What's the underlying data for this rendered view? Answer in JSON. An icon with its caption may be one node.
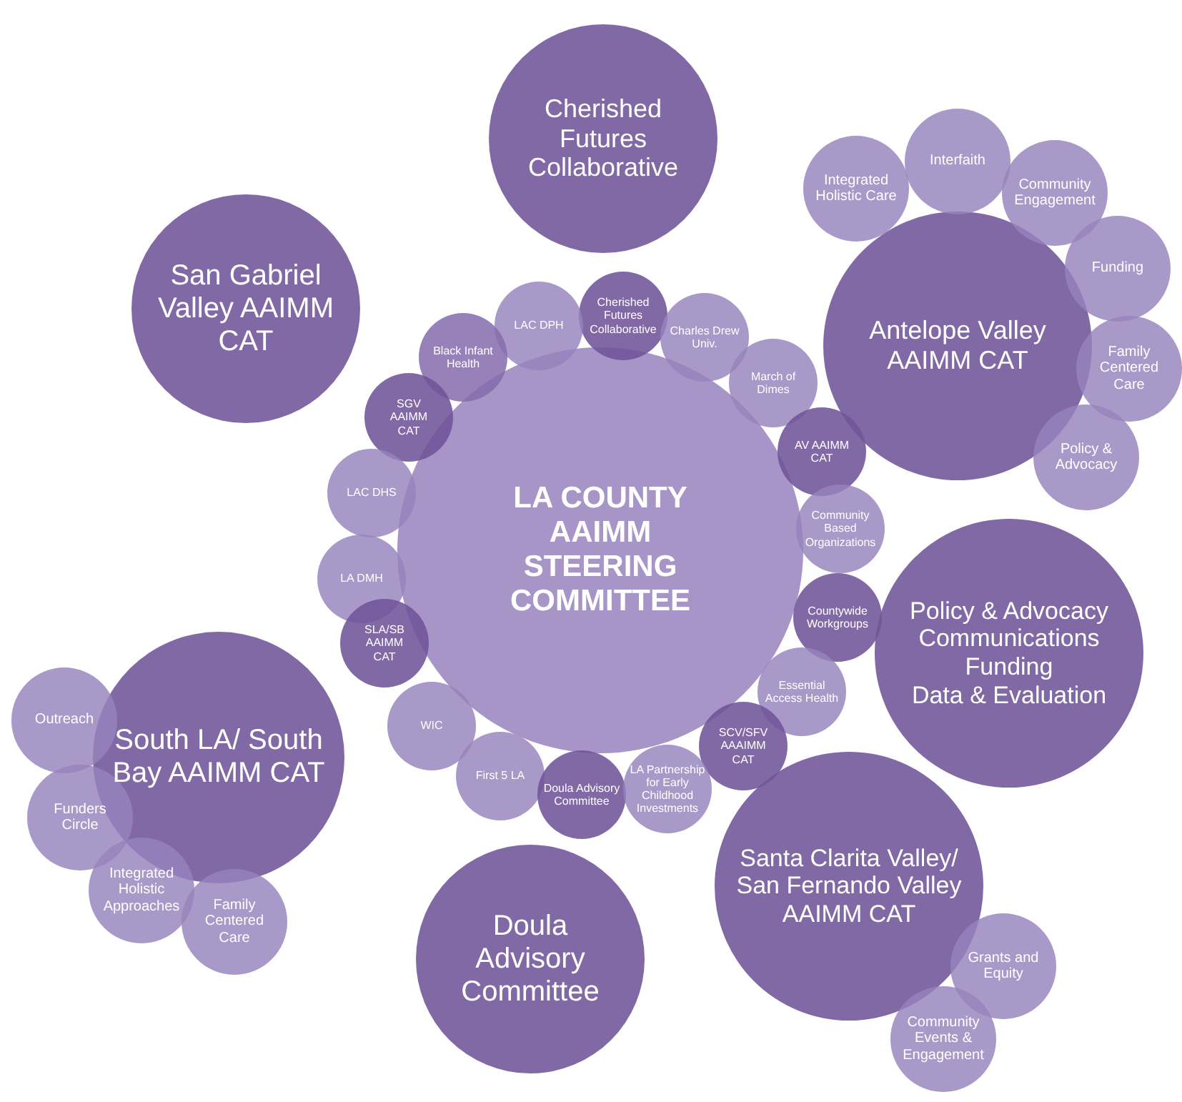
{
  "diagram": {
    "nodes": [
      {
        "text": [
          "LA COUNTY AAIMM STEERING COMMITTEE"
        ]
      },
      {
        "text": [
          "Cherished Futures Collaborative"
        ]
      },
      {
        "text": [
          "San Gabriel Valley AAIMM CAT"
        ]
      },
      {
        "text": [
          "Antelope Valley AAIMM CAT"
        ]
      },
      {
        "text": [
          "Integrated Holistic Care"
        ]
      },
      {
        "text": [
          "Interfaith"
        ]
      },
      {
        "text": [
          "Community Engagement"
        ]
      },
      {
        "text": [
          "Funding"
        ]
      },
      {
        "text": [
          "Family Centered Care"
        ]
      },
      {
        "text": [
          "Policy & Advocacy"
        ]
      },
      {
        "text": [
          "Policy & Advocacy",
          "Communications",
          "Funding",
          "Data & Evaluation"
        ]
      },
      {
        "text": [
          "South LA/ South Bay AAIMM CAT"
        ]
      },
      {
        "text": [
          "Outreach"
        ]
      },
      {
        "text": [
          "Funders Circle"
        ]
      },
      {
        "text": [
          "Integrated Holistic Approaches"
        ]
      },
      {
        "text": [
          "Family Centered Care"
        ]
      },
      {
        "text": [
          "Doula Advisory Committee"
        ]
      },
      {
        "text": [
          "Santa Clarita Valley/ San Fernando Valley AAIMM CAT"
        ]
      },
      {
        "text": [
          "Grants and Equity"
        ]
      },
      {
        "text": [
          "Community Events & Engagement"
        ]
      },
      {
        "text": [
          "Cherished Futures Collaborative"
        ]
      },
      {
        "text": [
          "LAC DPH"
        ]
      },
      {
        "text": [
          "Charles Drew Univ."
        ]
      },
      {
        "text": [
          "Black Infant Health"
        ]
      },
      {
        "text": [
          "March of Dimes"
        ]
      },
      {
        "text": [
          "SGV AAIMM CAT"
        ]
      },
      {
        "text": [
          "AV AAIMM CAT"
        ]
      },
      {
        "text": [
          "LAC DHS"
        ]
      },
      {
        "text": [
          "Community Based Organizations"
        ]
      },
      {
        "text": [
          "LA DMH"
        ]
      },
      {
        "text": [
          "Countywide Workgroups"
        ]
      },
      {
        "text": [
          "SLA/SB AAIMM CAT"
        ]
      },
      {
        "text": [
          "Essential Access Health"
        ]
      },
      {
        "text": [
          "WIC"
        ]
      },
      {
        "text": [
          "SCV/SFV AAAIMM CAT"
        ]
      },
      {
        "text": [
          "First 5 LA"
        ]
      },
      {
        "text": [
          "Doula Advisory Committee"
        ]
      },
      {
        "text": [
          "LA Partnership for Early Childhood Investments"
        ]
      }
    ]
  }
}
